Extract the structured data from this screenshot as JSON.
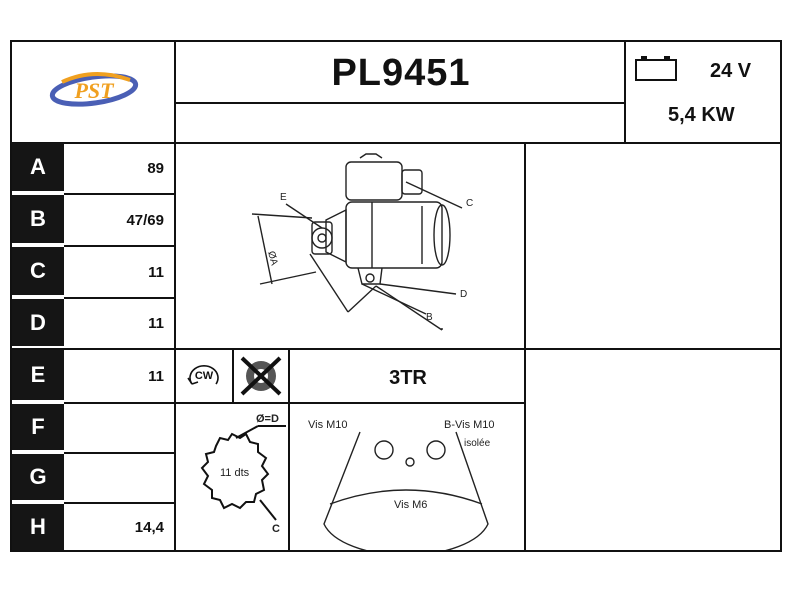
{
  "header": {
    "logo_text": "PST",
    "part_number": "PL9451",
    "voltage": "24 V",
    "power": "5,4 KW"
  },
  "dimensions": [
    {
      "letter": "A",
      "value": "89"
    },
    {
      "letter": "B",
      "value": "47/69"
    },
    {
      "letter": "C",
      "value": "11"
    },
    {
      "letter": "D",
      "value": "11"
    },
    {
      "letter": "E",
      "value": "11"
    },
    {
      "letter": "F",
      "value": ""
    },
    {
      "letter": "G",
      "value": ""
    },
    {
      "letter": "H",
      "value": "14,4"
    }
  ],
  "diagram_labels": {
    "E": "E",
    "C": "C",
    "D": "D",
    "B": "B",
    "diam_a": "ØA"
  },
  "rotation": {
    "cw_label": "CW",
    "mount_code": "3TR"
  },
  "pinion": {
    "diameter_label": "Ø=D",
    "teeth_label": "11 dts",
    "c_label": "C"
  },
  "terminals": {
    "left": "Vis M10",
    "right": "B-Vis M10",
    "right_sub": "isolée",
    "bottom": "Vis M6"
  },
  "colors": {
    "logo_blue": "#4a5fb5",
    "logo_orange": "#f0a020",
    "letter_bg": "#151515"
  }
}
